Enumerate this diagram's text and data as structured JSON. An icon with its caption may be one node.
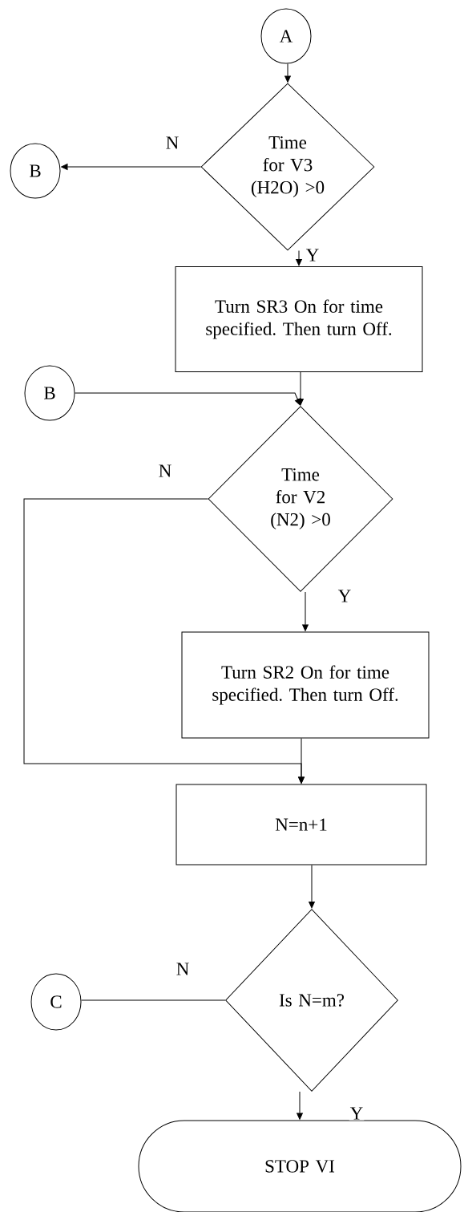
{
  "diagram": {
    "nodes": [
      {
        "text": [
          "A"
        ]
      },
      {
        "text": [
          "Time for V3 (H2O) >0"
        ]
      },
      {
        "text": [
          "B"
        ]
      },
      {
        "text": [
          "Turn SR3 On for time specified. Then turn Off."
        ]
      },
      {
        "text": [
          "B"
        ]
      },
      {
        "text": [
          "Time for V2 (N2) >0"
        ]
      },
      {
        "text": [
          "Turn SR2 On for time specified. Then turn Off."
        ]
      },
      {
        "text": [
          "N=n+1"
        ]
      },
      {
        "text": [
          "C"
        ]
      },
      {
        "text": [
          "Is N=m?"
        ]
      },
      {
        "text": [
          "STOP VI"
        ]
      }
    ],
    "edges": [
      {
        "from": 0,
        "to": 1,
        "arrow": "to"
      },
      {
        "from": 1,
        "to": 2,
        "arrow": "to",
        "label": "N"
      },
      {
        "from": 1,
        "to": 3,
        "arrow": "to",
        "label": "Y"
      },
      {
        "from": 3,
        "to": 5,
        "arrow": "to"
      },
      {
        "from": 4,
        "to": 5,
        "arrow": "to"
      },
      {
        "from": 5,
        "to": 7,
        "arrow": "to",
        "label": "N"
      },
      {
        "from": 5,
        "to": 6,
        "arrow": "to",
        "label": "Y"
      },
      {
        "from": 6,
        "to": 7,
        "arrow": "to"
      },
      {
        "from": 7,
        "to": 9,
        "arrow": "to"
      },
      {
        "from": 9,
        "to": 8,
        "arrow": "none",
        "label": "N"
      },
      {
        "from": 9,
        "to": 10,
        "arrow": "to",
        "label": "Y"
      }
    ]
  }
}
